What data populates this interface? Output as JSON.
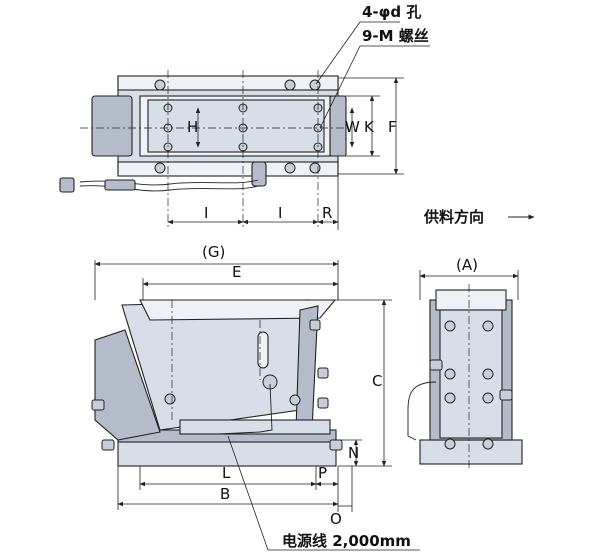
{
  "labels": {
    "holes": "4-φd 孔",
    "screws": "9-M 螺丝",
    "feed_direction": "供料方向",
    "feed_arrow": "→",
    "cable": "电源线 2,000mm"
  },
  "dimensions": {
    "H": "H",
    "W": "W",
    "K": "K",
    "F": "F",
    "I_left": "I",
    "I_right": "I",
    "R": "R",
    "G": "(G)",
    "E": "E",
    "C": "C",
    "N": "N",
    "L": "L",
    "P": "P",
    "B": "B",
    "O": "O",
    "A": "(A)"
  },
  "colors": {
    "body": "#d8dee8",
    "dark": "#b4bcc9",
    "line": "#222222"
  }
}
